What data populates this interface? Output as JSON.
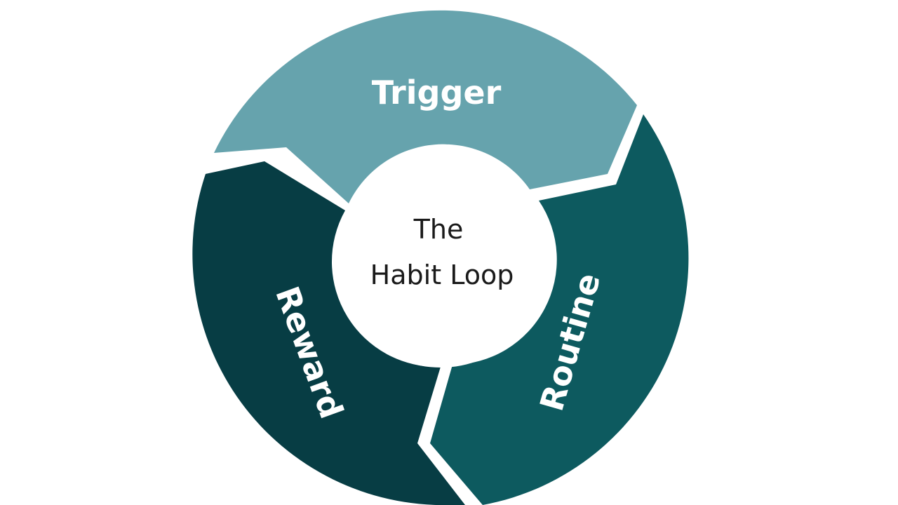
{
  "diagram": {
    "segments": [
      {
        "key": "trigger",
        "label": "Trigger",
        "color": "#66a3ad"
      },
      {
        "key": "routine",
        "label": "Routine",
        "color": "#0d5a5f"
      },
      {
        "key": "reward",
        "label": "Reward",
        "color": "#073d44"
      }
    ],
    "center": {
      "line1": "The",
      "line2": "Habit Loop",
      "color": "#ffffff"
    },
    "background": "#ffffff"
  }
}
